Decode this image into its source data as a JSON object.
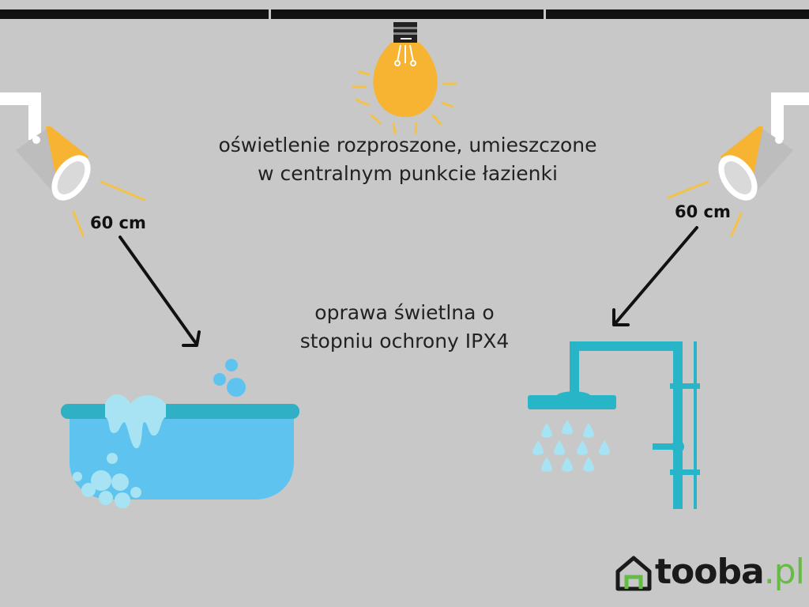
{
  "top_text": {
    "line1": "oświetlenie rozproszone, umieszczone",
    "line2": "w centralnym punkcie łazienki"
  },
  "middle_text": {
    "line1": "oprawa świetlna o",
    "line2": "stopniu ochrony IPX4"
  },
  "left_distance": "60 cm",
  "right_distance": "60 cm",
  "logo": {
    "name": "tooba",
    "tld": ".pl"
  },
  "icons": {
    "bulb": "light-bulb-icon",
    "left_spot": "spotlight-icon",
    "right_spot": "spotlight-icon",
    "bathtub": "bathtub-icon",
    "shower": "shower-icon",
    "logo_house": "house-icon"
  },
  "colors": {
    "background": "#c8c8c8",
    "lamp_yellow": "#f7b332",
    "ray_yellow": "#f4c247",
    "tub_blue": "#5ec4ef",
    "tub_rim": "#2fb0c4",
    "shower_blue": "#28b5c8",
    "bubble": "#a7e3f2",
    "logo_green": "#66bb44"
  }
}
